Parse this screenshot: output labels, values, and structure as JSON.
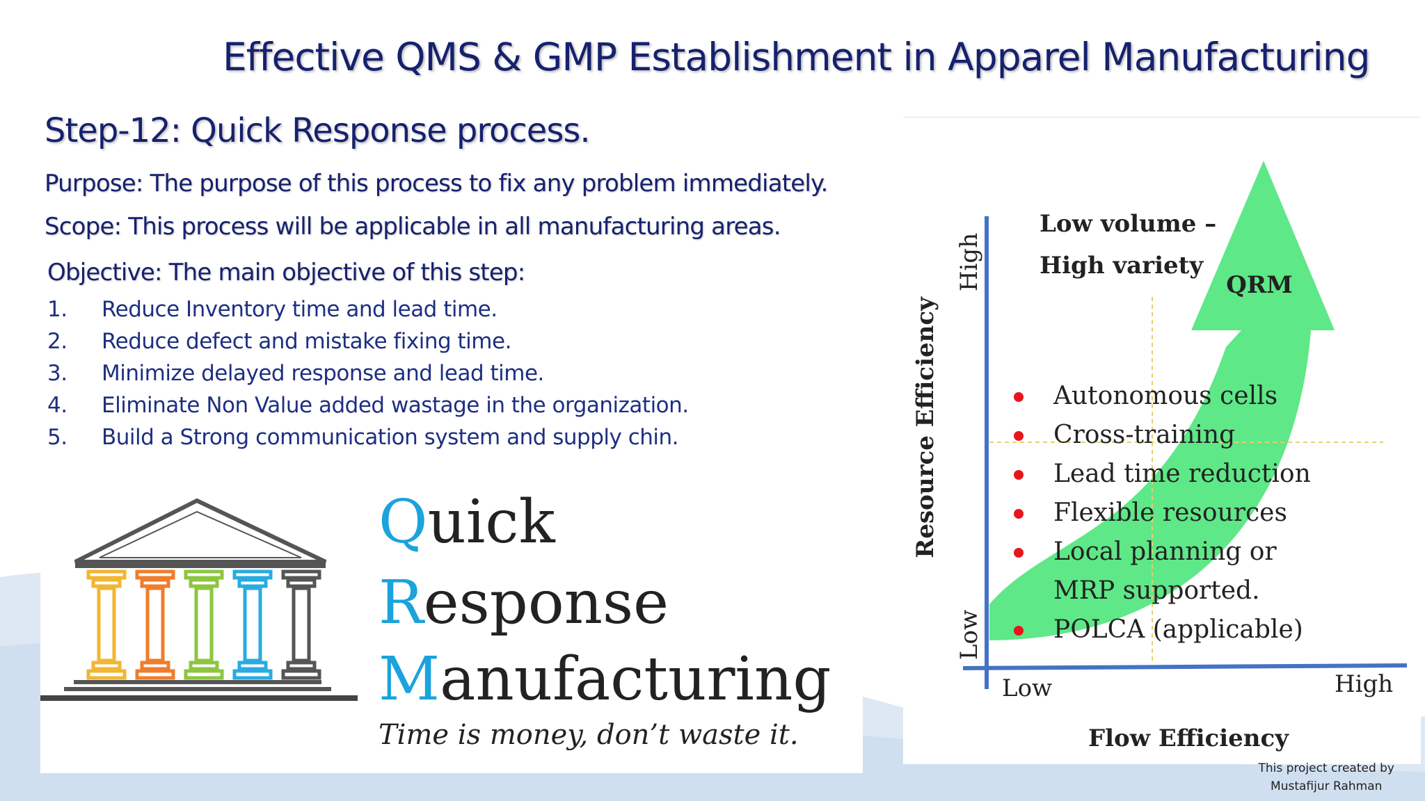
{
  "slide": {
    "title": "Effective QMS & GMP Establishment in Apparel Manufacturing",
    "step_heading": "Step-12: Quick Response process.",
    "purpose": "Purpose: The purpose of this process to fix any problem immediately.",
    "scope": "Scope:  This process will be applicable in all manufacturing areas.",
    "objective_heading": "Objective: The main objective of this step:",
    "objectives": [
      {
        "num": "1.",
        "text": "Reduce Inventory time and lead time."
      },
      {
        "num": "2.",
        "text": "Reduce defect and mistake fixing time."
      },
      {
        "num": "3.",
        "text": "Minimize delayed response and lead time."
      },
      {
        "num": "4.",
        "text": "Eliminate Non Value added wastage in the organization."
      },
      {
        "num": "5.",
        "text": "Build a Strong communication system and supply chin."
      }
    ]
  },
  "qrm_logo": {
    "word1_initial": "Q",
    "word1_rest": "uick",
    "word2_initial": "R",
    "word2_rest": "esponse",
    "word3_initial": "M",
    "word3_rest": "anufacturing",
    "tagline": "Time is money, don’t waste it.",
    "accent_color": "#1aa3dc",
    "pillar_colors": [
      "#f2b632",
      "#ef7d2b",
      "#8cc63f",
      "#29abe2",
      "#555555"
    ]
  },
  "qrm_graph": {
    "y_axis_label": "Resource Efficiency",
    "x_axis_label": "Flow Efficiency",
    "y_high": "High",
    "y_low": "Low",
    "x_low": "Low",
    "x_high": "High",
    "corner_line1": "Low volume –",
    "corner_line2": "High variety",
    "arrow_label": "QRM",
    "arrow_color": "#5ee887",
    "axis_color": "#4472c4",
    "bullet_color": "#e8151b",
    "bullets": [
      "Autonomous cells",
      "Cross-training",
      "Lead time reduction",
      "Flexible resources",
      "Local planning or",
      "MRP supported.",
      "POLCA (applicable)"
    ]
  },
  "credit": {
    "line1": "This project created by",
    "line2": "Mustafijur Rahman"
  }
}
